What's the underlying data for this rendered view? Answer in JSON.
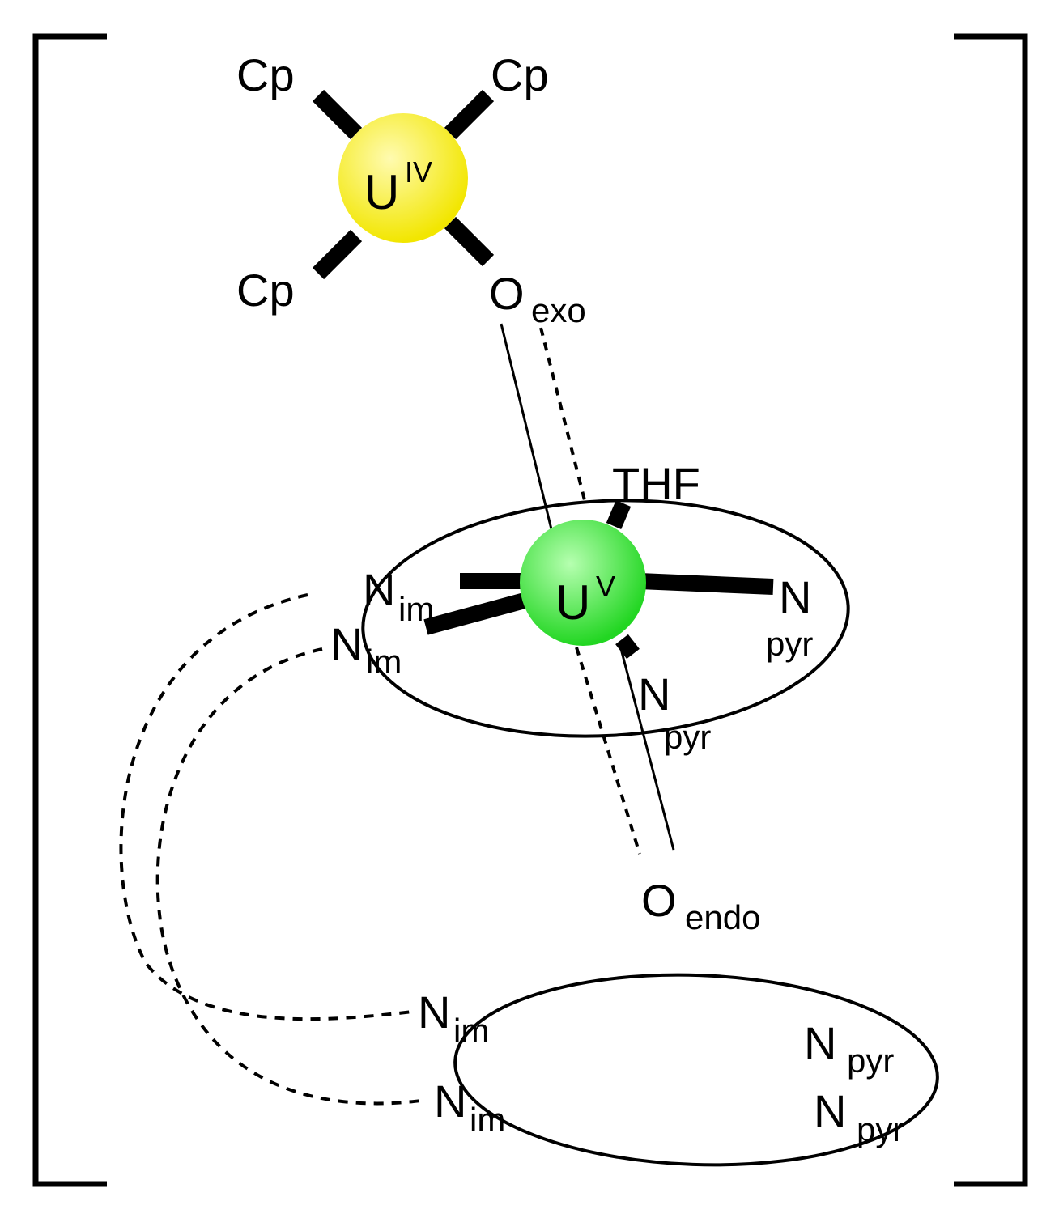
{
  "colors": {
    "u4_fill": "#f2e600",
    "u4_highlight": "#fffbb0",
    "u5_fill": "#22d622",
    "u5_highlight": "#b6ffb0",
    "ink": "#000000",
    "background": "#ffffff"
  },
  "metals": {
    "u4": {
      "symbol": "U",
      "oxidation": "IV"
    },
    "u5": {
      "symbol": "U",
      "oxidation": "V"
    }
  },
  "labels": {
    "cp_top_left": "Cp",
    "cp_top_right": "Cp",
    "cp_bottom_left": "Cp",
    "o_exo": {
      "main": "O",
      "sub": "exo"
    },
    "thf": "THF",
    "n_im_1": {
      "main": "N",
      "sub": "im"
    },
    "n_im_2": {
      "main": "N",
      "sub": "im"
    },
    "n_pyr_right": {
      "main": "N",
      "sub": "pyr"
    },
    "n_pyr_front": {
      "main": "N",
      "sub": "pyr"
    },
    "o_endo": {
      "main": "O",
      "sub": "endo"
    },
    "n_im_3": {
      "main": "N",
      "sub": "im"
    },
    "n_im_4": {
      "main": "N",
      "sub": "im"
    },
    "n_pyr_lower_1": {
      "main": "N",
      "sub": "pyr"
    },
    "n_pyr_lower_2": {
      "main": "N",
      "sub": "pyr"
    }
  }
}
